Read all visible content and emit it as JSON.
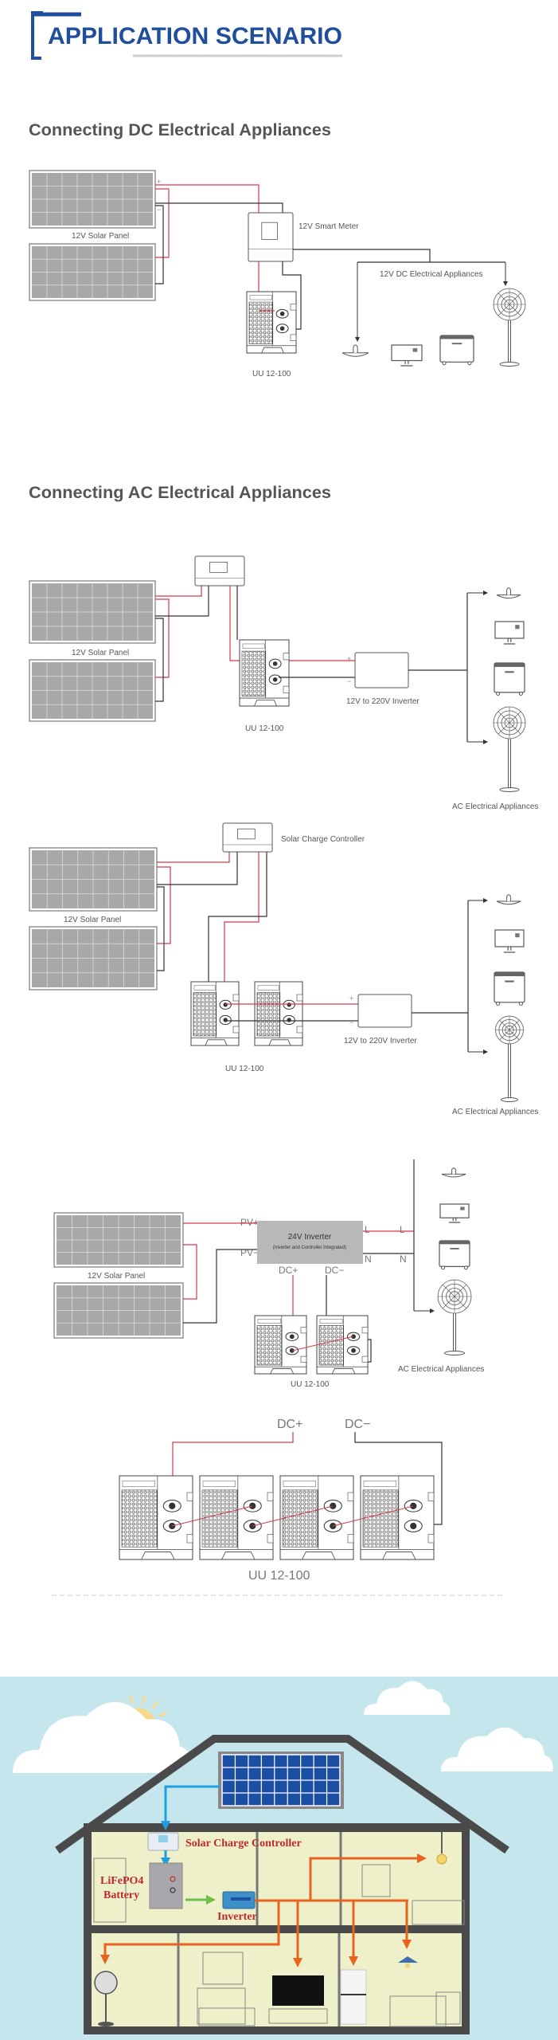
{
  "header": {
    "title": "APPLICATION SCENARIO"
  },
  "colors": {
    "accent": "#1f4e9c",
    "wire_positive": "#d63a4a",
    "wire_negative": "#333333",
    "sky": "#c6e6ee",
    "flow_orange": "#e8641e",
    "flow_blue": "#1ea0e0",
    "flow_green": "#6cc04a",
    "illustration_label": "#c0282d"
  },
  "terminals": {
    "plus": "+",
    "minus": "−"
  },
  "dc_section": {
    "title": "Connecting DC Electrical Appliances",
    "solar_panel_label": "12V Solar  Panel",
    "meter_label": "12V Smart Meter",
    "appliances_label": "12V DC Electrical Appliances",
    "battery_label": "UU 12-100"
  },
  "ac_section": {
    "title": "Connecting AC Electrical Appliances",
    "scenario_1": {
      "solar_panel_label": "12V Solar  Panel",
      "battery_label": "UU 12-100",
      "inverter_label": "12V to 220V Inverter",
      "appliances_label": "AC Electrical Appliances"
    },
    "scenario_2": {
      "controller_label": "Solar Charge Controller",
      "solar_panel_label": "12V Solar  Panel",
      "battery_label": "UU 12-100",
      "inverter_label": "12V to 220V Inverter",
      "appliances_label": "AC Electrical Appliances"
    },
    "scenario_3": {
      "inverter_title": "24V Inverter",
      "inverter_subtitle": "(Inverter and Controller Integrated)",
      "pv_plus": "PV+",
      "pv_minus": "PV−",
      "line": "L",
      "neutral": "N",
      "dc_plus": "DC+",
      "dc_minus": "DC−",
      "solar_panel_label": "12V Solar Panel",
      "battery_label": "UU 12-100",
      "appliances_label": "AC Electrical Appliances"
    }
  },
  "parallel_section": {
    "dc_plus": "DC+",
    "dc_minus": "DC−",
    "battery_label": "UU 12-100"
  },
  "illustration": {
    "controller_label": "Solar Charge Controller",
    "battery_label_line1": "LiFePO4",
    "battery_label_line2": "Battery",
    "inverter_label": "Inverter"
  }
}
